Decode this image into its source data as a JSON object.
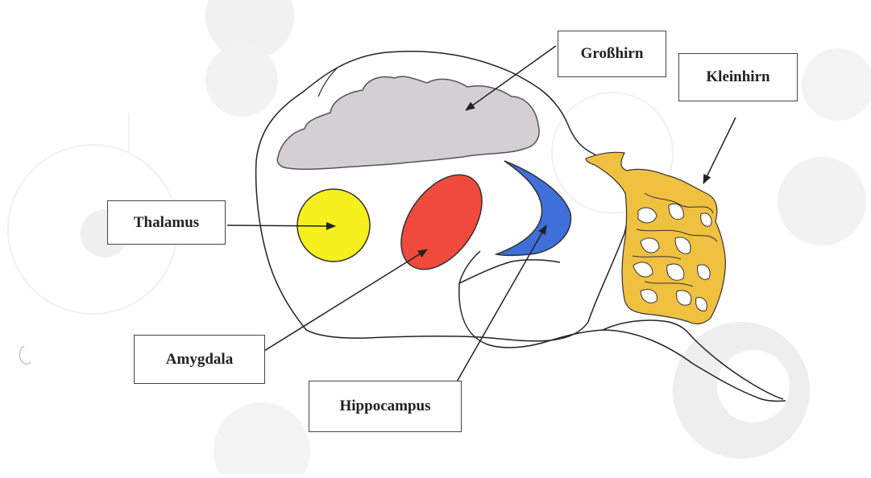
{
  "labels": {
    "grosshirn": "Großhirn",
    "kleinhirn": "Kleinhirn",
    "thalamus": "Thalamus",
    "amygdala": "Amygdala",
    "hippocampus": "Hippocampus"
  },
  "colors": {
    "background": "#ffffff",
    "outline": "#222222",
    "grosshirn_fill": "#d3cfd3",
    "thalamus_fill": "#f5f01e",
    "amygdala_fill": "#ef4a3c",
    "hippocampus_fill": "#3f6fd8",
    "kleinhirn_fill": "#f0c040",
    "watermark": "#eeeeee"
  }
}
